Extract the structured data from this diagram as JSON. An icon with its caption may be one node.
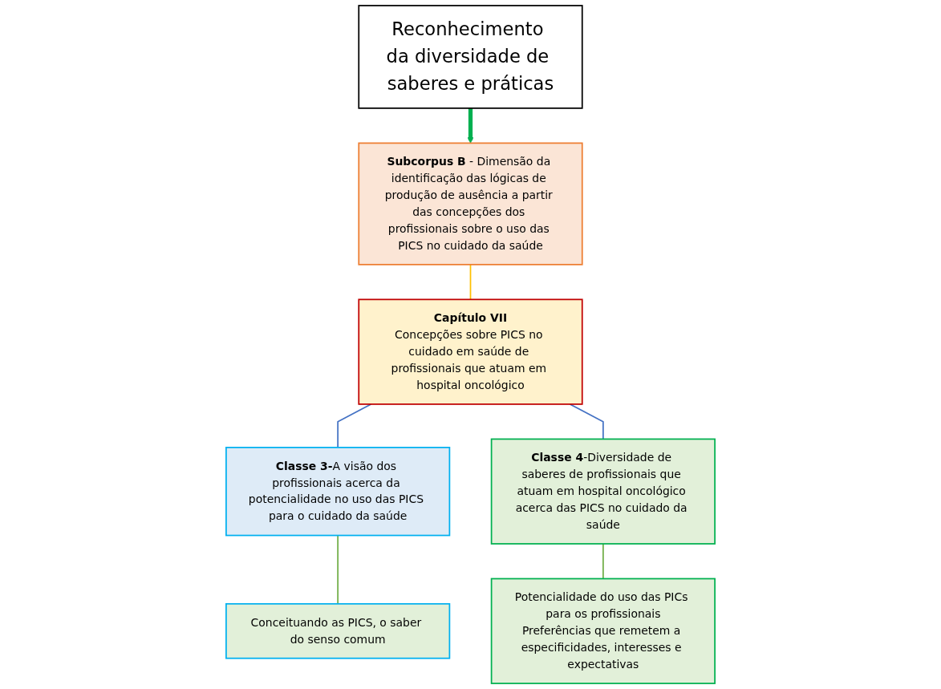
{
  "diagram": {
    "nodes": [
      {
        "text": [
          "Reconhecimento da diversidade de saberes e práticas"
        ]
      },
      {
        "text": [
          "**Subcorpus B** - Dimensão da identificação das lógicas de produção de ausência a partir das concepções dos profissionais sobre o uso das PICS no cuidado da saúde"
        ]
      },
      {
        "text": [
          "Capítulo VII",
          "Concepções sobre PICS no cuidado em saúde de profissionais que atuam em hospital oncológico"
        ]
      },
      {
        "text": [
          "**Classe 3-**A visão dos profissionais acerca da potencialidade no uso das PICS para o cuidado da saúde"
        ]
      },
      {
        "text": [
          "**Classe 4**-Diversidade de saberes de profissionais que atuam em hospital oncológico acerca das PICS no cuidado da saúde"
        ]
      },
      {
        "text": [
          "Conceituando as PICS, o saber do senso comum"
        ]
      },
      {
        "text": [
          "Potencialidade do uso das PICs para os profissionais",
          "Preferências que remetem a especificidades, interesses e expectativas"
        ]
      }
    ],
    "edges": [
      {
        "from": 0,
        "to": 1,
        "arrow": "to",
        "style": "thick",
        "color": "#00b050"
      },
      {
        "from": 1,
        "to": 2,
        "arrow": "none",
        "color": "#ffc000"
      },
      {
        "from": 2,
        "to": 3,
        "arrow": "none",
        "color": "#4472c4"
      },
      {
        "from": 2,
        "to": 4,
        "arrow": "none",
        "color": "#4472c4"
      },
      {
        "from": 3,
        "to": 5,
        "arrow": "none",
        "color": "#70ad47"
      },
      {
        "from": 4,
        "to": 6,
        "arrow": "none",
        "color": "#70ad47"
      }
    ]
  }
}
